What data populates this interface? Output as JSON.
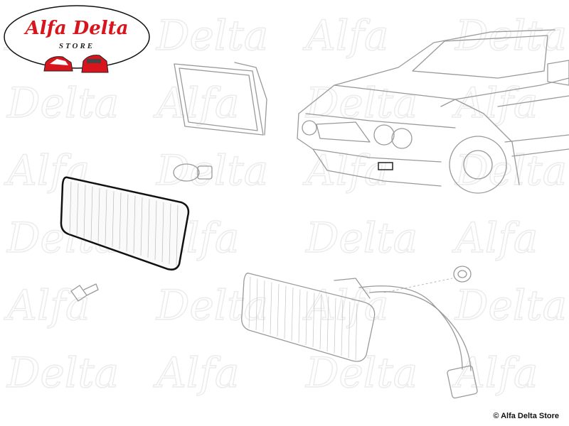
{
  "logo": {
    "title": "Alfa Delta",
    "subtitle": "STORE"
  },
  "watermark": "Alfa Delta",
  "copyright": "© Alfa Delta Store",
  "colors": {
    "logo_red": "#d8141c",
    "line": "#9a9a9a",
    "highlight": "#111111"
  }
}
